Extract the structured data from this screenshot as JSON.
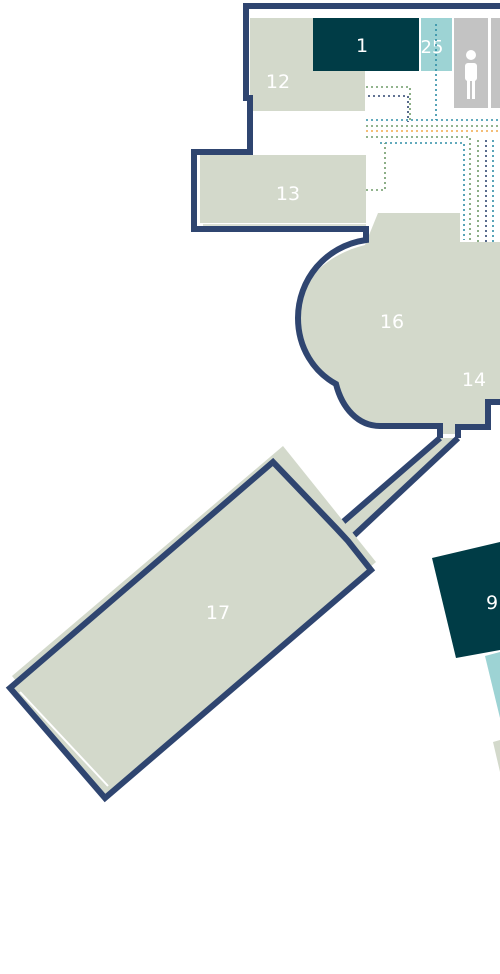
{
  "colors": {
    "room_fill": "#d3d9cb",
    "wall": "#2f4570",
    "dark_room": "#003c46",
    "light_teal_room": "#9dd3d4",
    "restroom_fill": "#c3c3c3",
    "path_green": "#6f9b69",
    "path_orange": "#f0a84a",
    "path_teal": "#2f8ea6"
  },
  "rooms": {
    "r1": {
      "label": "1"
    },
    "r25": {
      "label": "25"
    },
    "r12": {
      "label": "12"
    },
    "r13": {
      "label": "13"
    },
    "r16": {
      "label": "16"
    },
    "r14": {
      "label": "14"
    },
    "r17": {
      "label": "17"
    },
    "r9": {
      "label": "9"
    }
  },
  "icons": {
    "restroom": "person-icon"
  }
}
